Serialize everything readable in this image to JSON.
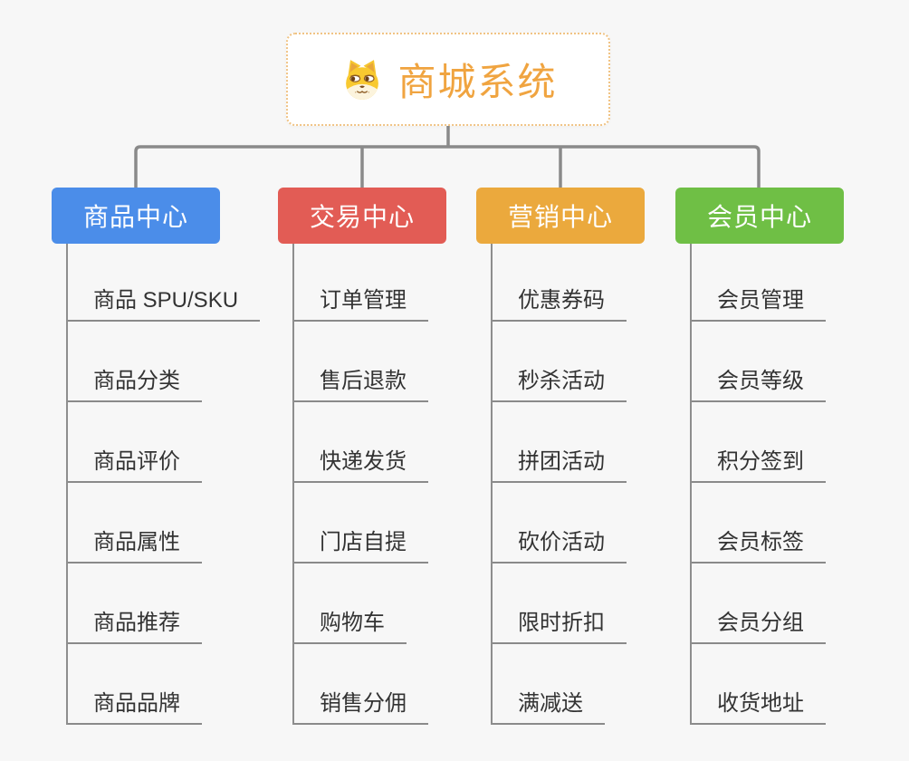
{
  "root": {
    "title": "商城系统",
    "icon": "shiba-dog-face-icon",
    "accent_color": "#f0a440",
    "border_color": "#f0c384"
  },
  "branches": [
    {
      "label": "商品中心",
      "color": "#4b8de9",
      "items": [
        "商品 SPU/SKU",
        "商品分类",
        "商品评价",
        "商品属性",
        "商品推荐",
        "商品品牌"
      ]
    },
    {
      "label": "交易中心",
      "color": "#e25c55",
      "items": [
        "订单管理",
        "售后退款",
        "快递发货",
        "门店自提",
        "购物车",
        "销售分佣"
      ]
    },
    {
      "label": "营销中心",
      "color": "#eba93d",
      "items": [
        "优惠券码",
        "秒杀活动",
        "拼团活动",
        "砍价活动",
        "限时折扣",
        "满减送"
      ]
    },
    {
      "label": "会员中心",
      "color": "#6fbf45",
      "items": [
        "会员管理",
        "会员等级",
        "积分签到",
        "会员标签",
        "会员分组",
        "收货地址"
      ]
    }
  ],
  "connector_color": "#8a8a8a"
}
